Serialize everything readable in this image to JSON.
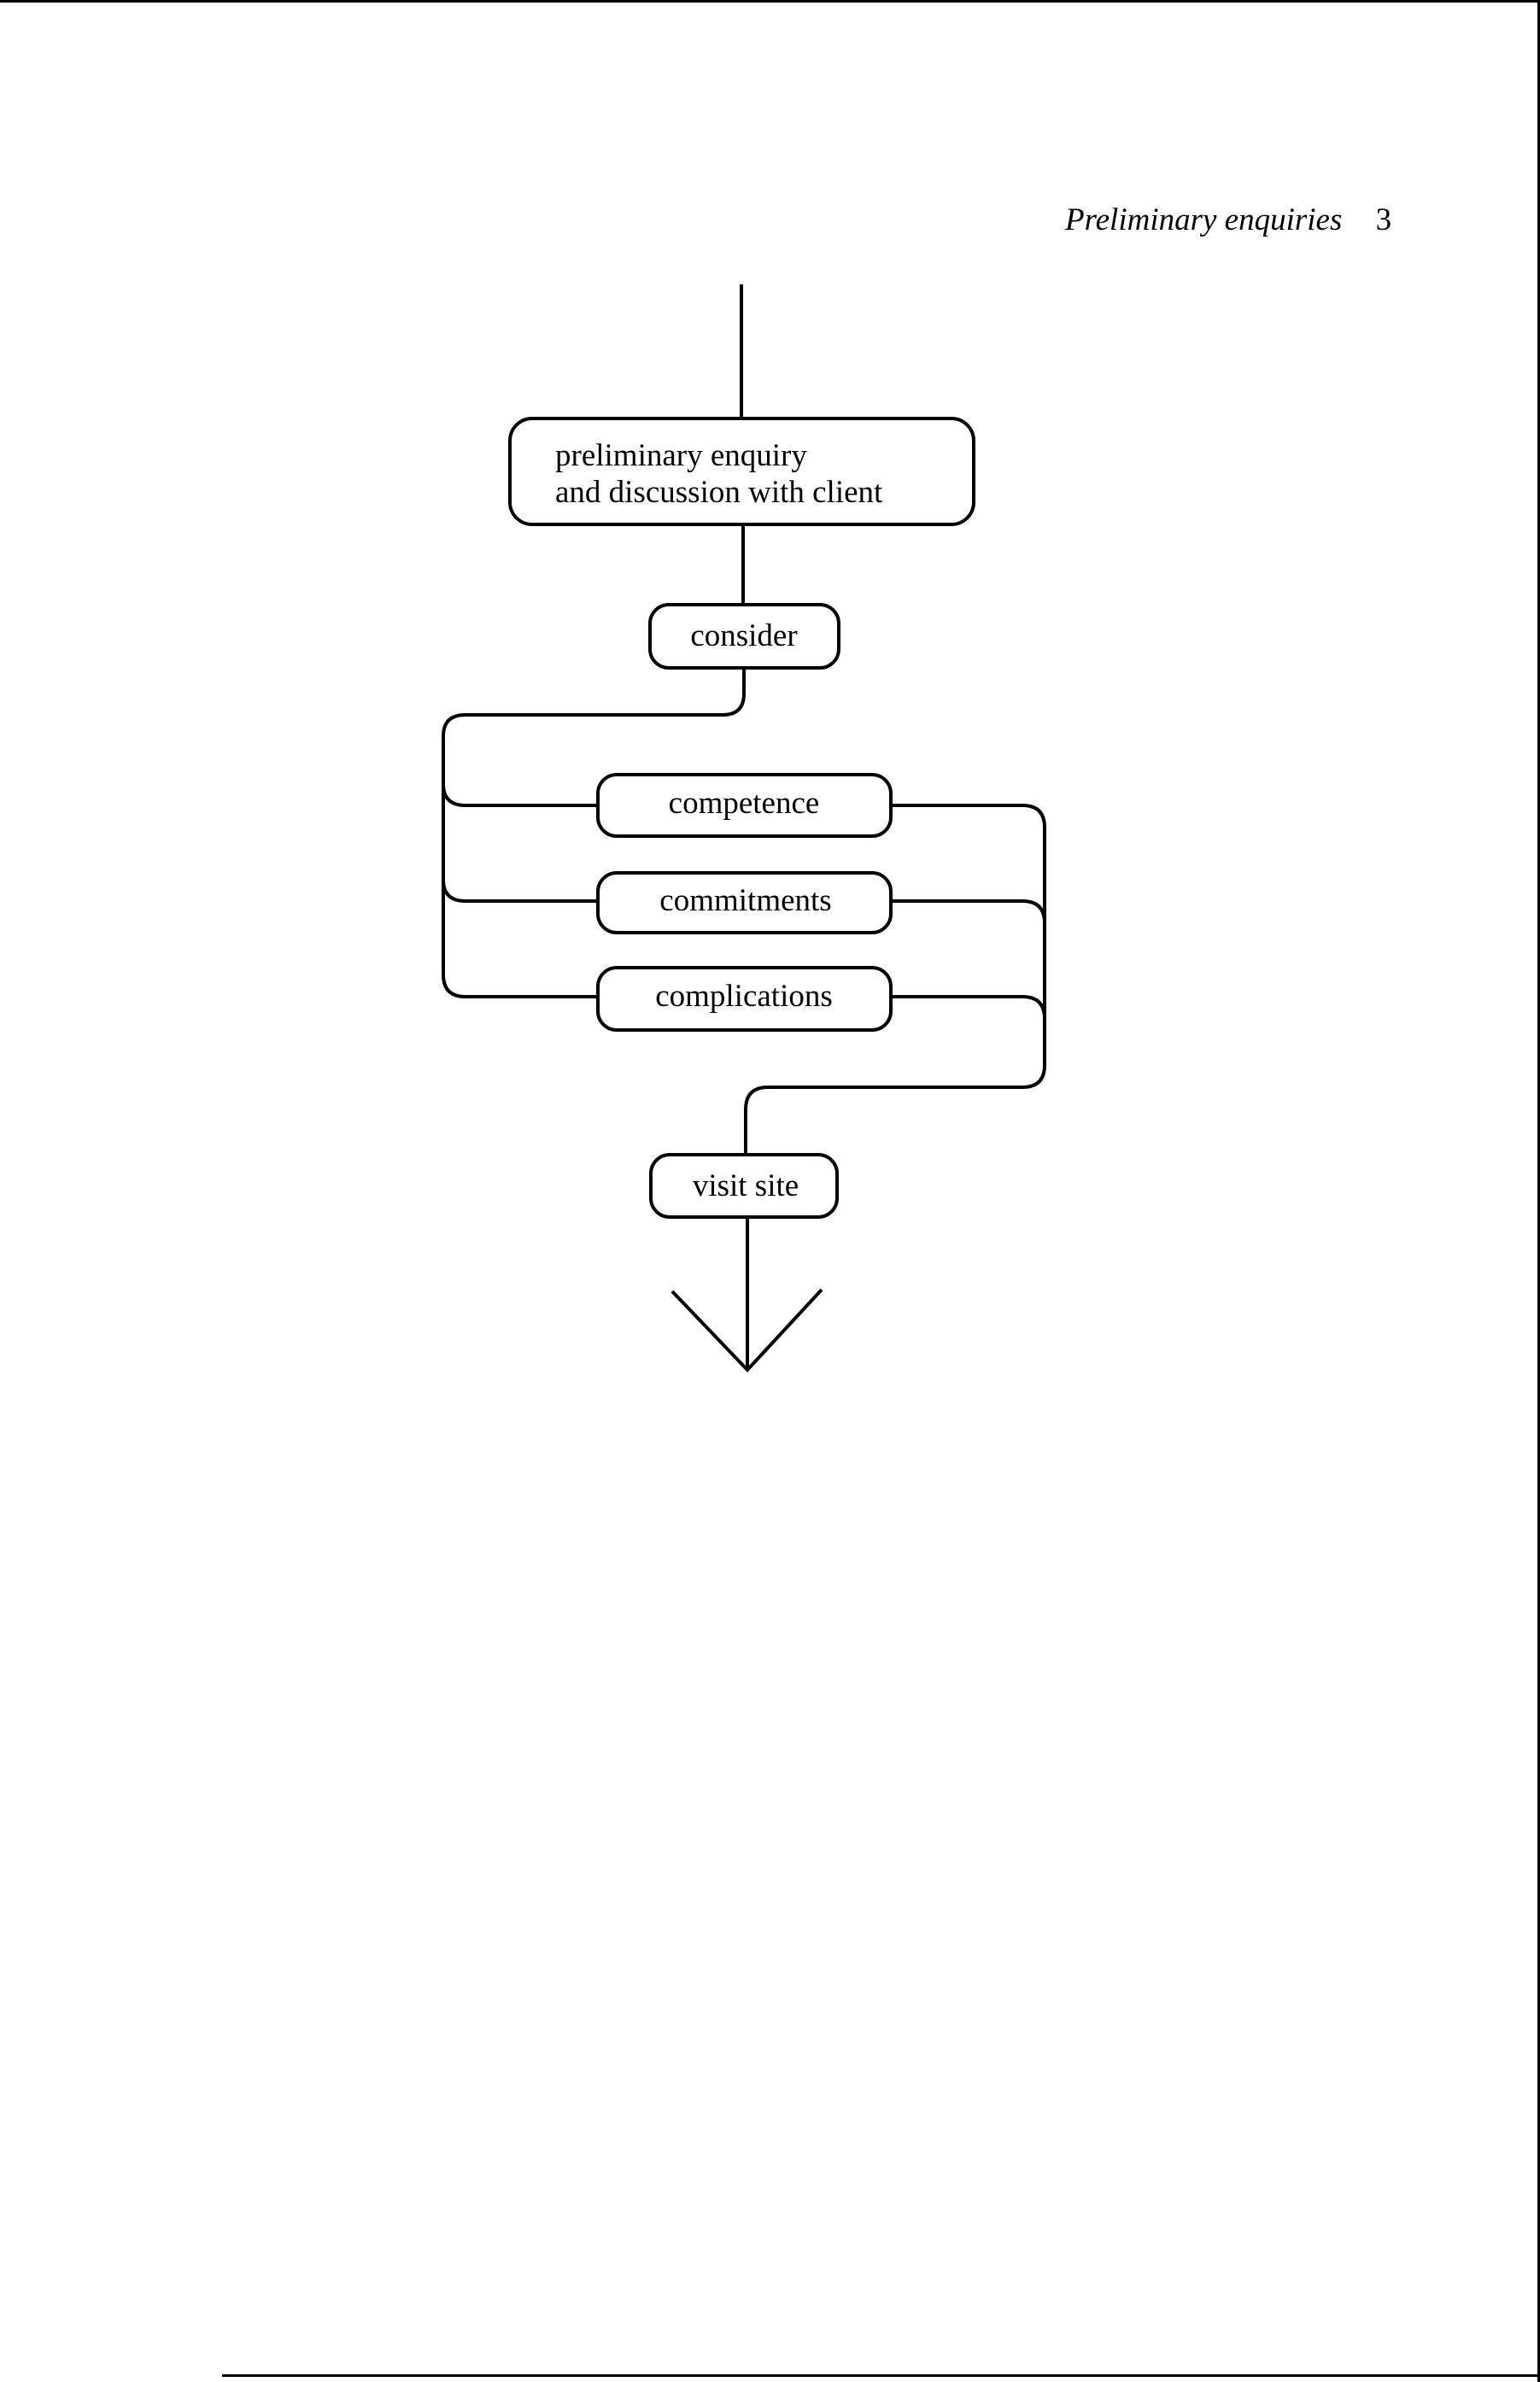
{
  "running_head": {
    "title": "Preliminary enquiries",
    "page_number": "3"
  },
  "flowchart": {
    "start": {
      "line1": "preliminary enquiry",
      "line2": "and discussion with client"
    },
    "consider": "consider",
    "branches": [
      "competence",
      "commitments",
      "complications"
    ],
    "end": "visit site"
  }
}
